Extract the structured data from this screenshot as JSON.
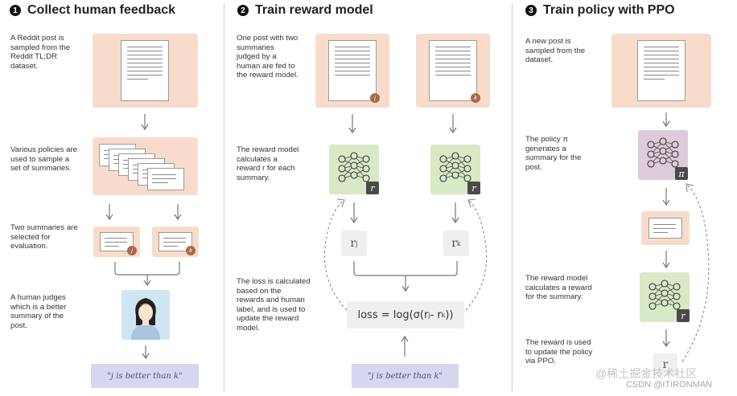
{
  "columns": [
    {
      "number": "1",
      "title": "Collect human feedback",
      "steps": [
        "A Reddit post is sampled from the Reddit TL;DR dataset.",
        "Various policies are used to sample a set of summaries.",
        "Two summaries are selected for evaluation.",
        "A human judges which is a better summary of the post."
      ],
      "label_j": "j",
      "label_k": "k",
      "judgment": "\"j is better than k\""
    },
    {
      "number": "2",
      "title": "Train reward model",
      "steps": [
        "One post with two summaries judged by a human are fed to the reward model.",
        "The reward model calculates a reward r for each summary.",
        "The loss is calculated based on the rewards and human label, and is used to update the reward model."
      ],
      "label_j": "j",
      "label_k": "k",
      "tag_r": "r",
      "r_j": "r",
      "r_j_sub": "j",
      "r_k": "r",
      "r_k_sub": "k",
      "loss_text": "loss = log(σ(r",
      "loss_sub_j": "j",
      "loss_mid": " - r",
      "loss_sub_k": "k",
      "loss_end": "))",
      "judgment": "\"j is better than k\""
    },
    {
      "number": "3",
      "title": "Train policy with PPO",
      "steps": [
        "A new post is sampled from the dataset.",
        "The policy π generates a summary for the post.",
        "The reward model calculates a reward for the summary.",
        "The reward is used to update the policy via PPO."
      ],
      "tag_pi": "π",
      "tag_r": "r",
      "reward_symbol": "r"
    }
  ],
  "watermark": {
    "line1": "@稀土掘金技术社区",
    "line2": "CSDN @ITIRONMAN"
  },
  "colors": {
    "peach": "#f7dccb",
    "green": "#d8e9c6",
    "purple": "#ddcbd9",
    "lavender": "#d6d6ee"
  }
}
